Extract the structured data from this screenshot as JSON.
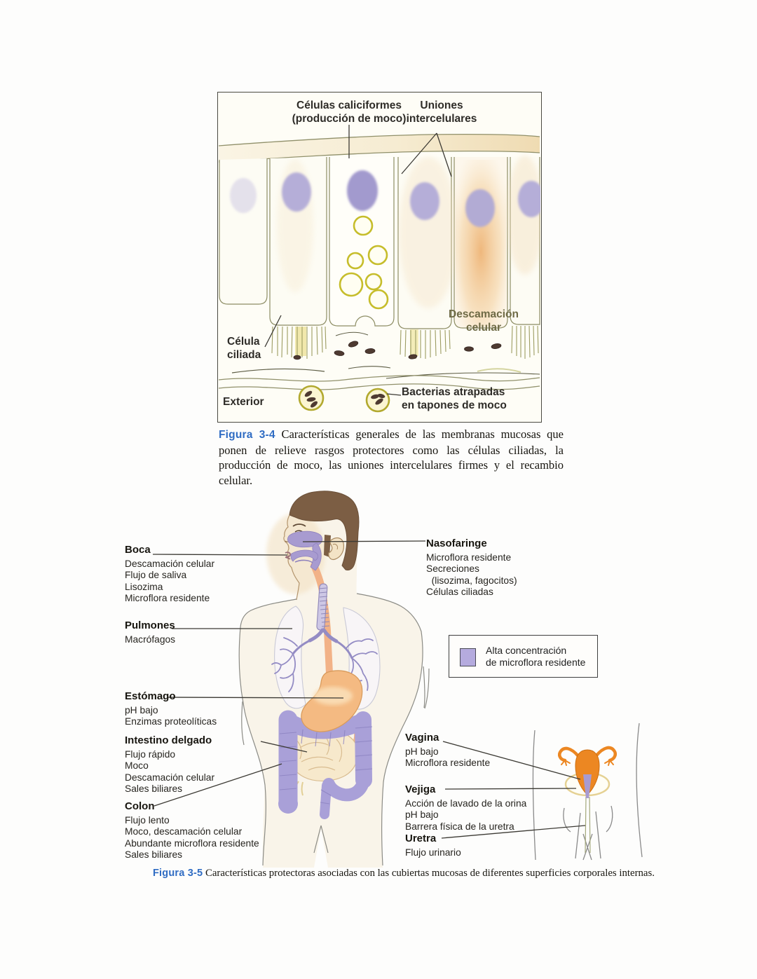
{
  "figure4": {
    "labels": {
      "goblet1": "Células caliciformes",
      "goblet2": "(producción de moco)",
      "junctions1": "Uniones",
      "junctions2": "intercelulares",
      "desquamation1": "Descamación",
      "desquamation2": "celular",
      "ciliated1": "Célula",
      "ciliated2": "ciliada",
      "exterior": "Exterior",
      "bacteria1": "Bacterias atrapadas",
      "bacteria2": "en tapones de moco"
    },
    "caption": {
      "tag": "Figura 3-4",
      "text": " Características generales de las membranas mucosas que ponen de relieve rasgos protectores como las células ciliadas, la producción de moco, las uniones intercelulares firmes y el recambio celular."
    }
  },
  "figure5": {
    "left_labels": [
      {
        "title": "Boca",
        "items": [
          "Descamación celular",
          "Flujo de saliva",
          "Lisozima",
          "Microflora residente"
        ]
      },
      {
        "title": "Pulmones",
        "items": [
          "Macrófagos"
        ]
      },
      {
        "title": "Estómago",
        "items": [
          "pH bajo",
          "Enzimas proteolíticas"
        ]
      },
      {
        "title": "Intestino delgado",
        "items": [
          "Flujo rápido",
          "Moco",
          "Descamación celular",
          "Sales biliares"
        ]
      },
      {
        "title": "Colon",
        "items": [
          "Flujo lento",
          "Moco, descamación celular",
          "Abundante microflora residente",
          "Sales biliares"
        ]
      }
    ],
    "right_labels": [
      {
        "title": "Nasofaringe",
        "items": [
          "Microflora residente",
          "Secreciones",
          "  (lisozima, fagocitos)",
          "Células ciliadas"
        ]
      },
      {
        "title": "Vagina",
        "items": [
          "pH bajo",
          "Microflora residente"
        ]
      },
      {
        "title": "Vejiga",
        "items": [
          "Acción de lavado de la orina",
          "pH bajo",
          "Barrera física de la uretra"
        ]
      },
      {
        "title": "Uretra",
        "items": [
          "Flujo urinario"
        ]
      }
    ],
    "legend": {
      "line1": "Alta concentración",
      "line2": "de microflora residente"
    },
    "caption": {
      "tag": "Figura 3-5",
      "text": " Características protectoras asociadas con las cubiertas mucosas de diferentes superficies corporales internas."
    }
  },
  "colors": {
    "caption_tag_blue": "#2f6cc3",
    "mucosa_purple": "#a89bd0",
    "organ_orange": "#ec8722",
    "legend_swatch_purple": "#b5abde",
    "desquamation_olive": "#6e6a45",
    "mucus_yellow": "#c6bd2b"
  }
}
